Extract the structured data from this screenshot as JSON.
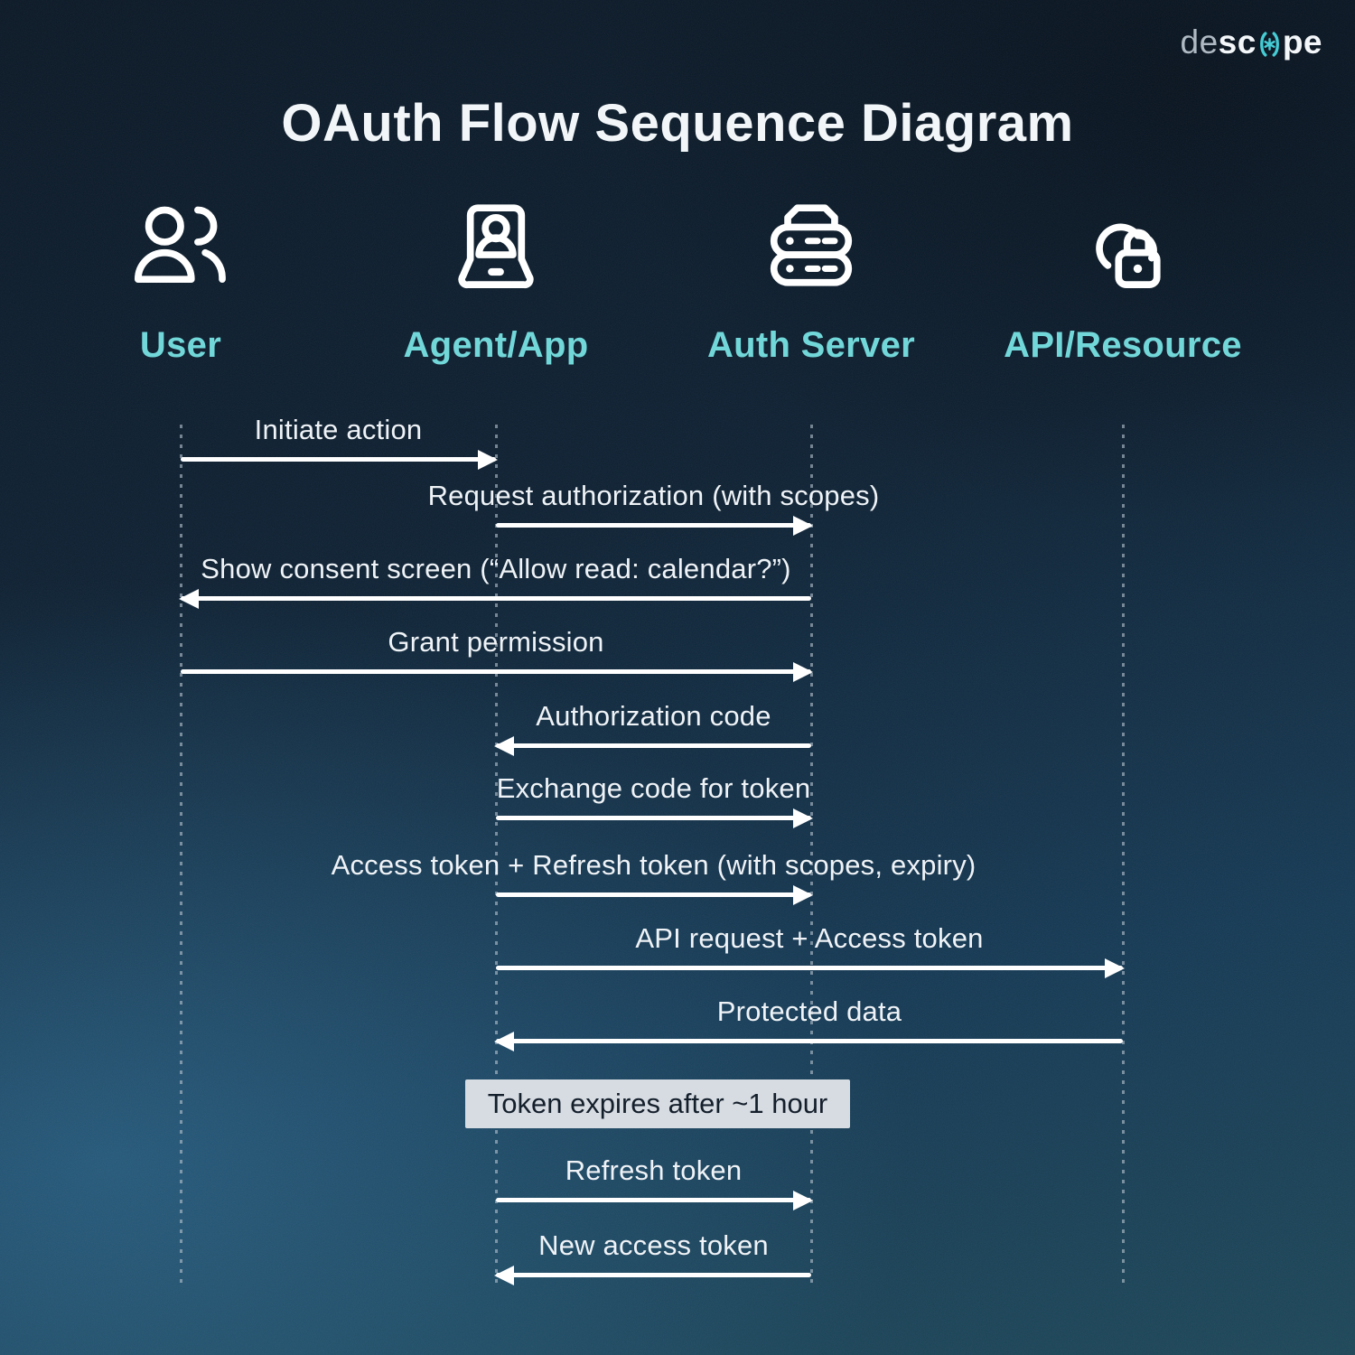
{
  "brand": {
    "logo_prefix": "de",
    "logo_bold_1": "sc",
    "logo_bold_2": "pe",
    "logo_icon": "descope-asterisk-icon",
    "accent_color": "#45ccd4"
  },
  "title": "OAuth Flow Sequence Diagram",
  "colors": {
    "background_top": "#0b1826",
    "background_bottom": "#1d4759",
    "actor_label": "#72d7d9",
    "message_text": "#eff3f7",
    "arrow": "#ffffff",
    "lifeline": "#b2bfcb",
    "note_background": "#d7dce2",
    "note_text": "#141f2c"
  },
  "actors": [
    {
      "name": "User",
      "icon": "users-icon"
    },
    {
      "name": "Agent/App",
      "icon": "laptop-user-icon"
    },
    {
      "name": "Auth Server",
      "icon": "server-icon"
    },
    {
      "name": "API/Resource",
      "icon": "cloud-lock-icon"
    }
  ],
  "messages": [
    {
      "label": "Initiate action",
      "from": "User",
      "to": "Agent/App",
      "direction": "right"
    },
    {
      "label": "Request authorization (with scopes)",
      "from": "Agent/App",
      "to": "Auth Server",
      "direction": "right"
    },
    {
      "label": "Show consent screen (“Allow read: calendar?”)",
      "from": "Auth Server",
      "to": "User",
      "direction": "left"
    },
    {
      "label": "Grant permission",
      "from": "User",
      "to": "Auth Server",
      "direction": "right"
    },
    {
      "label": "Authorization code",
      "from": "Auth Server",
      "to": "Agent/App",
      "direction": "left"
    },
    {
      "label": "Exchange code for token",
      "from": "Agent/App",
      "to": "Auth Server",
      "direction": "right"
    },
    {
      "label": "Access token + Refresh token (with scopes, expiry)",
      "from": "Agent/App",
      "to": "Auth Server",
      "direction": "right"
    },
    {
      "label": "API request + Access token",
      "from": "Agent/App",
      "to": "API/Resource",
      "direction": "right"
    },
    {
      "label": "Protected data",
      "from": "API/Resource",
      "to": "Agent/App",
      "direction": "left"
    },
    {
      "label": "Refresh token",
      "from": "Agent/App",
      "to": "Auth Server",
      "direction": "right"
    },
    {
      "label": "New access token",
      "from": "Auth Server",
      "to": "Agent/App",
      "direction": "left"
    }
  ],
  "note": {
    "text": "Token expires after ~1 hour"
  }
}
